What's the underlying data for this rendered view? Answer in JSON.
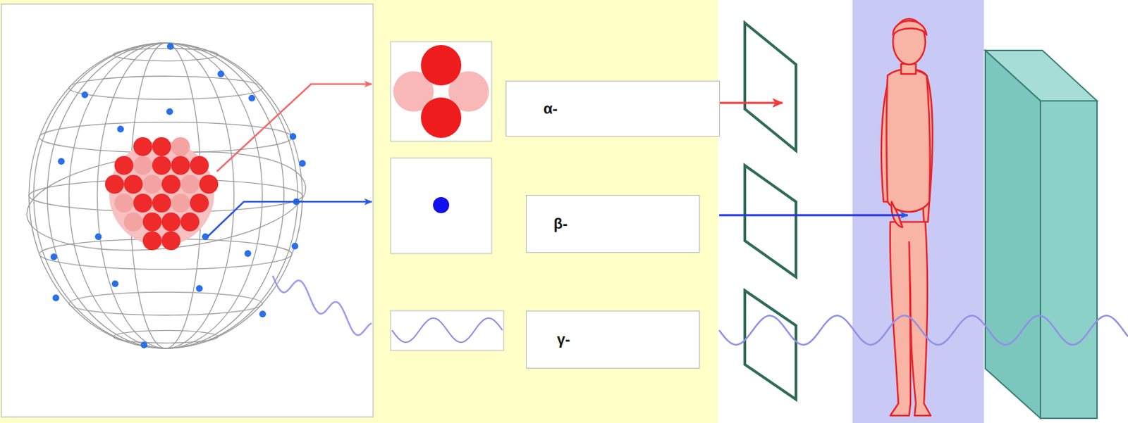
{
  "diagram": {
    "nodes": [
      {
        "text": [
          "α-"
        ]
      },
      {
        "text": [
          "β-"
        ]
      },
      {
        "text": [
          "γ-"
        ]
      }
    ]
  }
}
